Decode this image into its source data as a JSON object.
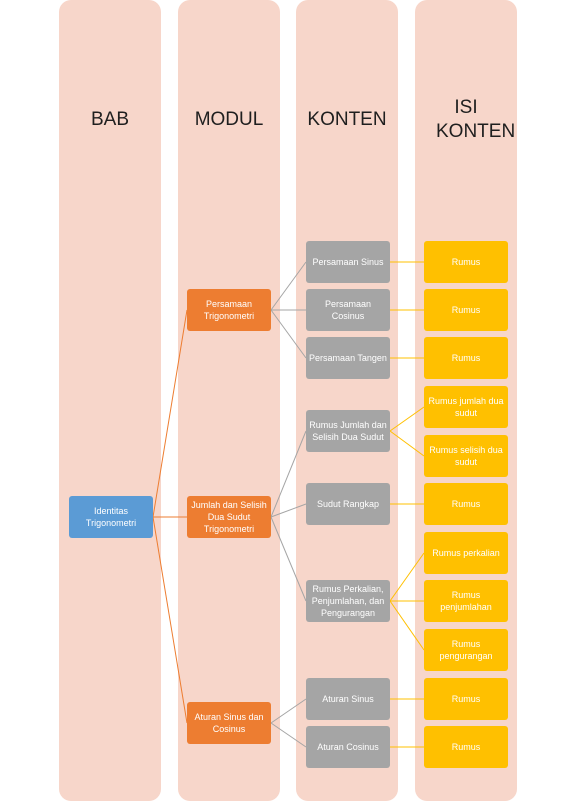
{
  "colors": {
    "column_bg": "#f7d6ca",
    "bab": "#5b9bd5",
    "modul": "#ed7d31",
    "konten": "#a5a5a5",
    "isi": "#ffc000",
    "link_orange": "#ed7d31",
    "link_gray": "#a5a5a5"
  },
  "columns": [
    "BAB",
    "MODUL",
    "KONTEN",
    "ISI KONTEN"
  ],
  "bab": {
    "label": "Identitas Trigonometri"
  },
  "modul": [
    "Persamaan Trigonometri",
    "Jumlah dan Selisih Dua Sudut Trigonometri",
    "Aturan Sinus dan Cosinus"
  ],
  "konten": [
    "Persamaan Sinus",
    "Persamaan Cosinus",
    "Persamaan Tangen",
    "Rumus Jumlah dan Selisih Dua Sudut",
    "Sudut Rangkap",
    "Rumus Perkalian, Penjumlahan, dan Pengurangan",
    "Aturan Sinus",
    "Aturan Cosinus"
  ],
  "isi": [
    "Rumus",
    "Rumus",
    "Rumus",
    "Rumus jumlah dua sudut",
    "Rumus selisih dua sudut",
    "Rumus",
    "Rumus perkalian",
    "Rumus penjumlahan",
    "Rumus pengurangan",
    "Rumus",
    "Rumus"
  ]
}
